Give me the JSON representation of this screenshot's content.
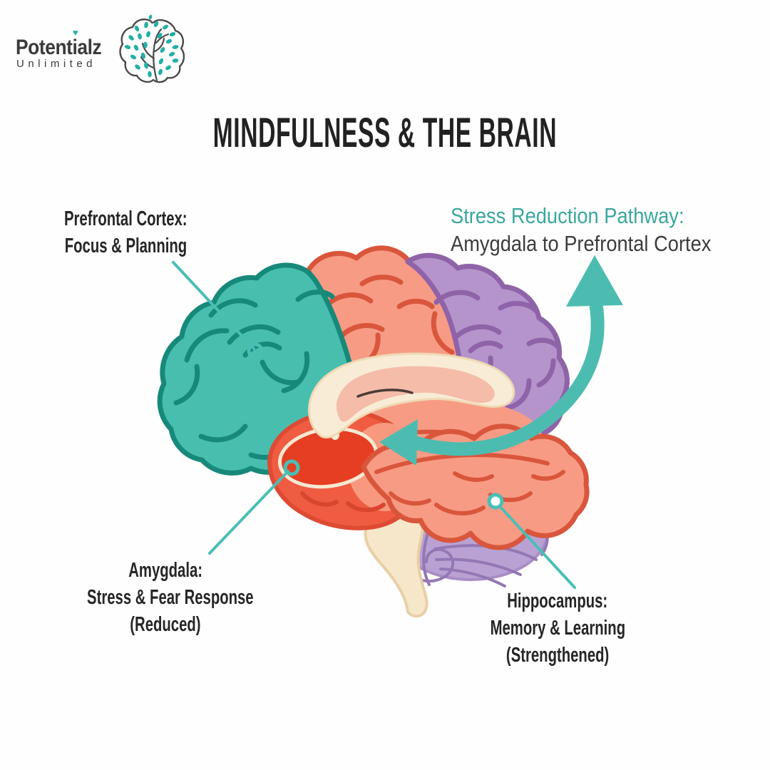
{
  "brand": {
    "name": "Potentialz",
    "tagline": "Unlimited"
  },
  "title": "MINDFULNESS & THE BRAIN",
  "pathway_note": {
    "heading": "Stress Reduction Pathway:",
    "subheading": "Amygdala to Prefrontal Cortex"
  },
  "callouts": {
    "prefrontal": {
      "lines": [
        "Prefrontal Cortex:",
        "Focus & Planning"
      ]
    },
    "amygdala": {
      "lines": [
        "Amygdala:",
        "Stress & Fear Response",
        "(Reduced)"
      ]
    },
    "hippocampus": {
      "lines": [
        "Hippocampus:",
        "Memory & Learning",
        "(Strengthened)"
      ]
    }
  },
  "diagram": {
    "regions": [
      {
        "name": "prefrontal-cortex",
        "color": "#48BEAF"
      },
      {
        "name": "parietal-region",
        "color": "#F79B84"
      },
      {
        "name": "occipital-region",
        "color": "#B494CB"
      },
      {
        "name": "temporal-amygdala-region",
        "color": "#EF5C42"
      },
      {
        "name": "amygdala",
        "color": "#E63E23"
      },
      {
        "name": "cerebellum",
        "color": "#B9A2D3"
      },
      {
        "name": "brain-stem",
        "color": "#F6E7CB"
      },
      {
        "name": "corpus-callosum",
        "color": "#F8ECD6"
      }
    ],
    "accent_teal": "#4CBCB0",
    "heading_teal": "#3AA79C",
    "text_dark": "#262626"
  }
}
